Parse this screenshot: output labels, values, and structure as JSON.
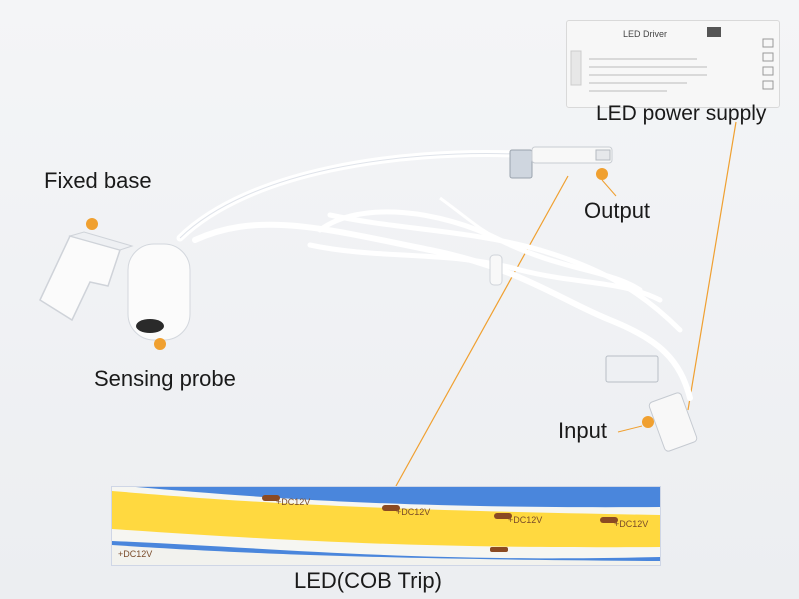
{
  "labels": {
    "fixed_base": "Fixed base",
    "sensing_probe": "Sensing probe",
    "output": "Output",
    "led_power_supply": "LED power supply",
    "input": "Input",
    "led_strip": "LED(COB Trip)"
  },
  "driver": {
    "title": "LED  Driver"
  },
  "strip": {
    "marking": "+DC12V"
  },
  "colors": {
    "callout_orange": "#f0a030",
    "strip_yellow": "#ffd940",
    "cable_white": "#ffffff"
  }
}
